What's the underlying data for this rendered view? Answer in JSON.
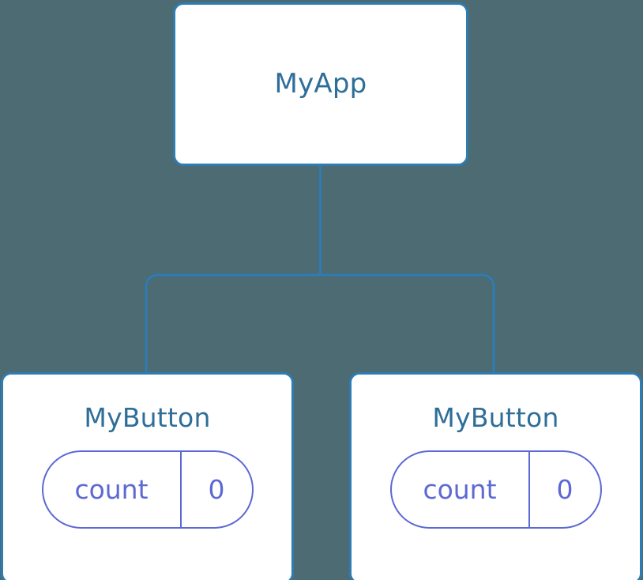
{
  "diagram": {
    "title": "MyApp component tree",
    "background_color": "#4c6b73",
    "node_border_color": "#2d7cb3",
    "node_fill_color": "#ffffff",
    "node_label_color": "#2e6e99",
    "edge_color": "#2d7cb3",
    "state_border_color": "#5c68d4",
    "state_text_color": "#5c68d4"
  },
  "root": {
    "label": "MyApp"
  },
  "children": [
    {
      "label": "MyButton",
      "state": {
        "key": "count",
        "value": "0"
      }
    },
    {
      "label": "MyButton",
      "state": {
        "key": "count",
        "value": "0"
      }
    }
  ]
}
